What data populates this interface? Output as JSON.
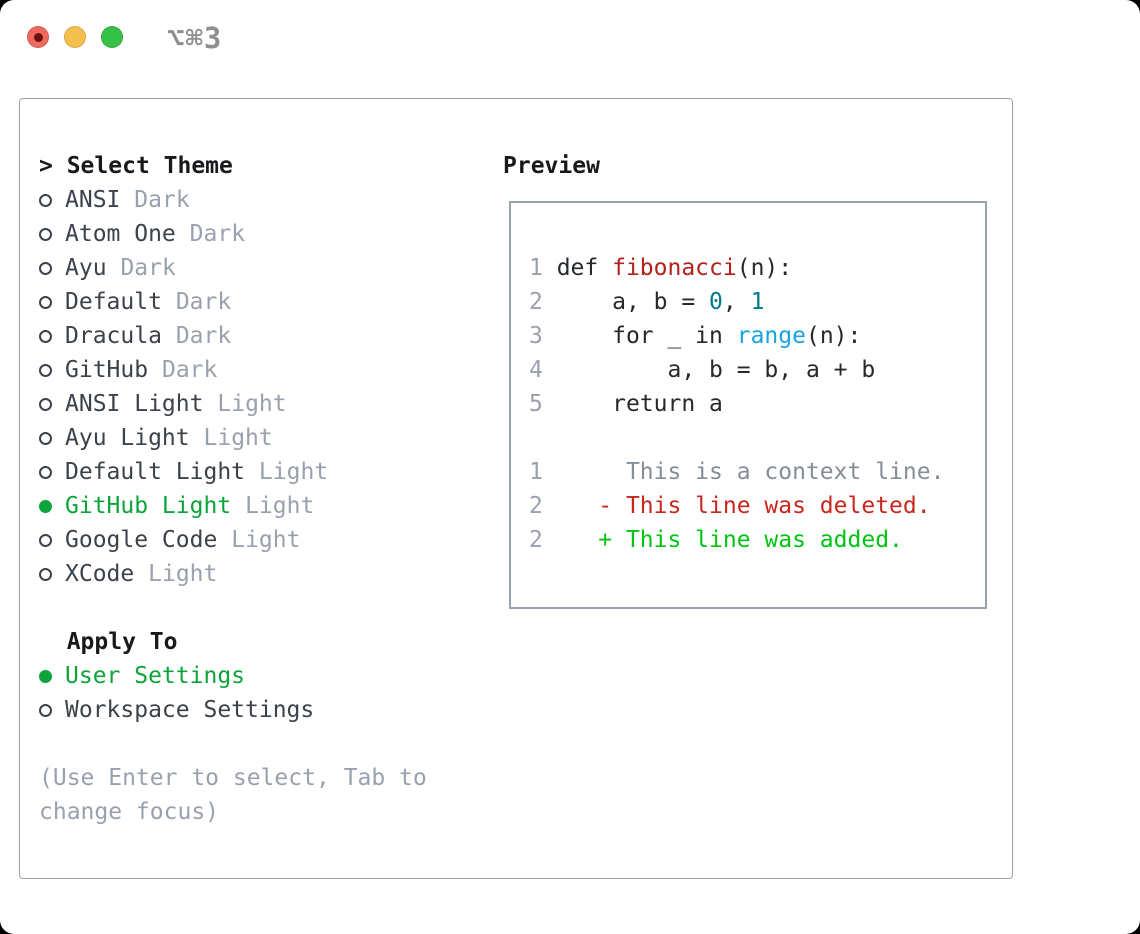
{
  "window": {
    "title": "⌥⌘3",
    "traffic_lights": [
      "close",
      "minimize",
      "zoom"
    ]
  },
  "palette": {
    "accent_green": "#0da53a",
    "added_green": "#00c411",
    "deleted_red": "#c9271e",
    "function_red": "#b2221b",
    "builtin_blue": "#17a3dc",
    "number_teal": "#00798a",
    "code_text": "#24292e",
    "muted_gray": "#99a1ae",
    "context_gray": "#858d97",
    "name_gray": "#3c424a",
    "border_gray": "#9aa3ad",
    "titlebar_gray": "#8d8d92",
    "light_red": "#ee6a5f",
    "light_yellow": "#f5bf4f",
    "light_green": "#38c149"
  },
  "theme_picker": {
    "prompt": "> ",
    "header": "Select Theme",
    "items": [
      {
        "name": "ANSI",
        "tag": "Dark",
        "selected": false
      },
      {
        "name": "Atom One",
        "tag": "Dark",
        "selected": false
      },
      {
        "name": "Ayu",
        "tag": "Dark",
        "selected": false
      },
      {
        "name": "Default",
        "tag": "Dark",
        "selected": false
      },
      {
        "name": "Dracula",
        "tag": "Dark",
        "selected": false
      },
      {
        "name": "GitHub",
        "tag": "Dark",
        "selected": false
      },
      {
        "name": "ANSI Light",
        "tag": "Light",
        "selected": false
      },
      {
        "name": "Ayu Light",
        "tag": "Light",
        "selected": false
      },
      {
        "name": "Default Light",
        "tag": "Light",
        "selected": false
      },
      {
        "name": "GitHub Light",
        "tag": "Light",
        "selected": true
      },
      {
        "name": "Google Code",
        "tag": "Light",
        "selected": false
      },
      {
        "name": "XCode",
        "tag": "Light",
        "selected": false
      }
    ]
  },
  "apply_to": {
    "header": "Apply To",
    "options": [
      {
        "name": "User Settings",
        "selected": true
      },
      {
        "name": "Workspace Settings",
        "selected": false
      }
    ]
  },
  "hint": {
    "line1": "(Use Enter to select, Tab to",
    "line2": "change focus)"
  },
  "preview": {
    "header": "Preview",
    "l1": {
      "n": "1 ",
      "t1": "def ",
      "fn": "fibonacci",
      "t2": "(n):"
    },
    "l2": {
      "n": "2 ",
      "t1": "    a, b = ",
      "n1": "0",
      "t2": ", ",
      "n2": "1"
    },
    "l3": {
      "n": "3 ",
      "t1": "    for _ in ",
      "bi": "range",
      "t2": "(n):"
    },
    "l4": {
      "n": "4 ",
      "t1": "        a, b = b, a + b"
    },
    "l5": {
      "n": "5 ",
      "t1": "    return a"
    },
    "l6": {
      "n": "1 ",
      "t1": "     This is a context line."
    },
    "l7": {
      "n": "2 ",
      "t1": "   - This line was deleted."
    },
    "l8": {
      "n": "2 ",
      "t1": "   + This line was added."
    }
  }
}
